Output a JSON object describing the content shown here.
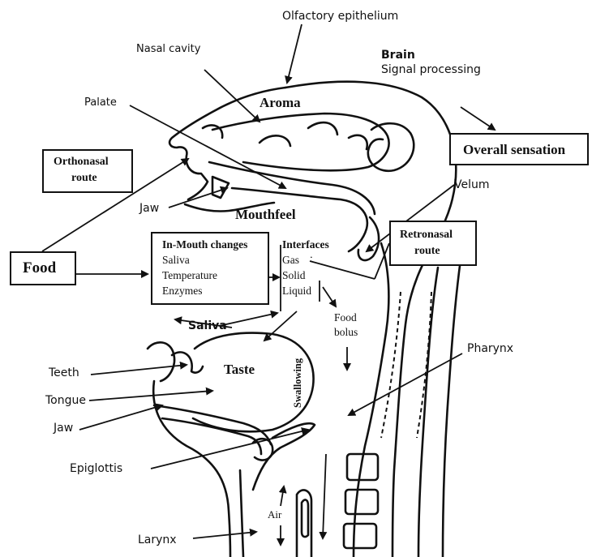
{
  "labels": {
    "olfactory": "Olfactory epithelium",
    "nasal_cavity": "Nasal cavity",
    "brain": "Brain",
    "signal_processing": "Signal processing",
    "palate": "Palate",
    "aroma": "Aroma",
    "overall_sensation": "Overall sensation",
    "orthonasal_1": "Orthonasal",
    "orthonasal_2": "route",
    "velum": "Velum",
    "jaw_upper": "Jaw",
    "mouthfeel": "Mouthfeel",
    "retronasal_1": "Retronasal",
    "retronasal_2": "route",
    "food": "Food",
    "inmouth_title": "In-Mouth changes",
    "inmouth_saliva": "Saliva",
    "inmouth_temperature": "Temperature",
    "inmouth_enzymes": "Enzymes",
    "interfaces_title": "Interfaces",
    "interfaces_gas": "Gas",
    "interfaces_colon": ":",
    "interfaces_solid": "Solid",
    "interfaces_liquid": "Liquid",
    "saliva": "Saliva",
    "food_bolus_1": "Food",
    "food_bolus_2": "bolus",
    "taste": "Taste",
    "pharynx": "Pharynx",
    "teeth": "Teeth",
    "tongue": "Tongue",
    "jaw_lower": "Jaw",
    "swallowing": "Swallowing",
    "epiglottis": "Epiglottis",
    "air": "Air",
    "larynx": "Larynx"
  },
  "colors": {
    "ink": "#111111",
    "background": "#ffffff"
  }
}
